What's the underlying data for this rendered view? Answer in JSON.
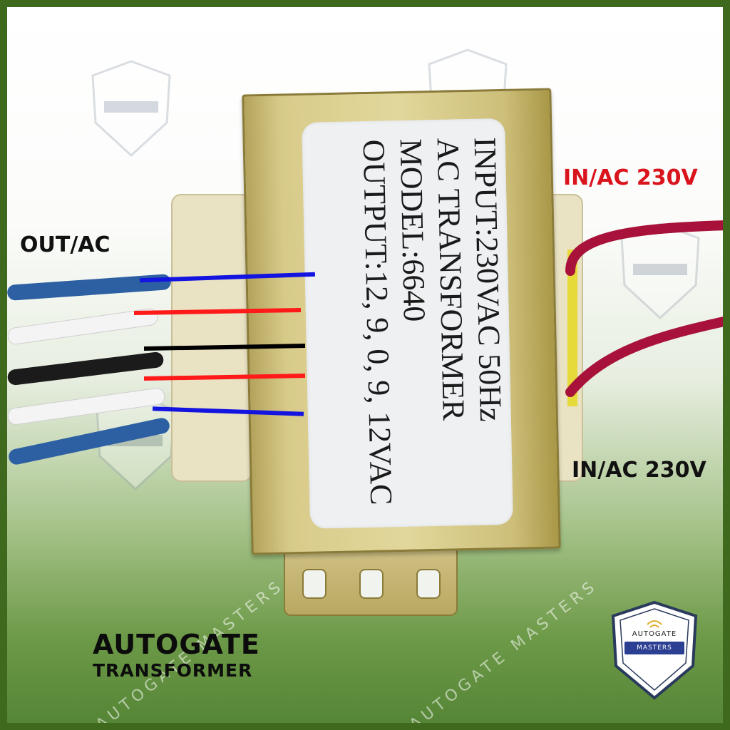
{
  "product": {
    "title_line1": "AUTOGATE",
    "title_line2": "TRANSFORMER"
  },
  "callouts": {
    "out_label": "OUT/AC",
    "in_label_top": "IN/AC 230V",
    "in_label_bottom": "IN/AC 230V"
  },
  "nameplate": {
    "lines": [
      "INPUT:230VAC  50Hz",
      "AC  TRANSFORMER",
      "MODEL:6640",
      "OUTPUT:12, 9, 0, 9, 12VAC"
    ]
  },
  "output_wires": [
    {
      "insulation": "blue",
      "marker_color": "#1414e0",
      "tap": "12VAC"
    },
    {
      "insulation": "white",
      "marker_color": "#ff1a1a",
      "tap": "9VAC"
    },
    {
      "insulation": "black",
      "marker_color": "#000000",
      "tap": "0"
    },
    {
      "insulation": "white",
      "marker_color": "#ff1a1a",
      "tap": "9VAC"
    },
    {
      "insulation": "blue",
      "marker_color": "#1414e0",
      "tap": "12VAC"
    }
  ],
  "input_wires": [
    {
      "insulation": "red",
      "label": "IN/AC 230V"
    },
    {
      "insulation": "red",
      "label": "IN/AC 230V"
    }
  ],
  "brand": {
    "logo_line1": "AUTOGATE",
    "logo_line2": "MASTERS",
    "watermark": "AUTOGATE MASTERS"
  },
  "colors": {
    "frame_green": "#3f6a1e",
    "in_label_red": "#d9141c",
    "logo_blue": "#2b3f93",
    "can_gold": "#d8cb8a"
  }
}
